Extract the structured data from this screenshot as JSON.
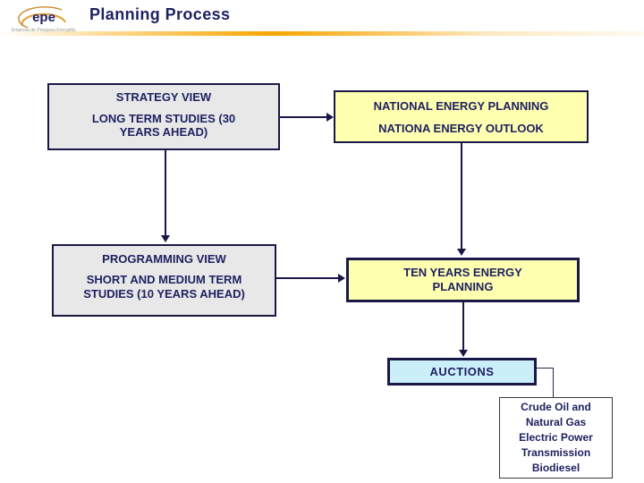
{
  "slide": {
    "logo": {
      "text": "epe",
      "tagline": "Empresa de Pesquisa Energética"
    },
    "title": "Planning Process"
  },
  "diagram": {
    "strategy_box": {
      "heading": "STRATEGY VIEW",
      "body": "LONG TERM STUDIES (30 YEARS AHEAD)"
    },
    "national_box": {
      "line1": "NATIONAL ENERGY PLANNING",
      "line2": "NATIONA ENERGY OUTLOOK"
    },
    "programming_box": {
      "heading": "PROGRAMMING VIEW",
      "body": "SHORT AND MEDIUM TERM STUDIES (10 YEARS AHEAD)"
    },
    "ten_years_box": {
      "label": "TEN YEARS ENERGY PLANNING"
    },
    "auctions_box": {
      "label": "AUCTIONS"
    },
    "sectors_box": {
      "lines": [
        "Crude Oil and",
        "Natural Gas",
        "Electric Power",
        "Transmission",
        "Biodiesel"
      ]
    }
  },
  "colors": {
    "navy_text": "#1F2161",
    "border_navy": "#191847",
    "gray_fill": "#E8E8E8",
    "yellow_fill": "#FFFFB0",
    "cyan_fill": "#CBEFF9",
    "accent_orange": "#F7A600"
  }
}
